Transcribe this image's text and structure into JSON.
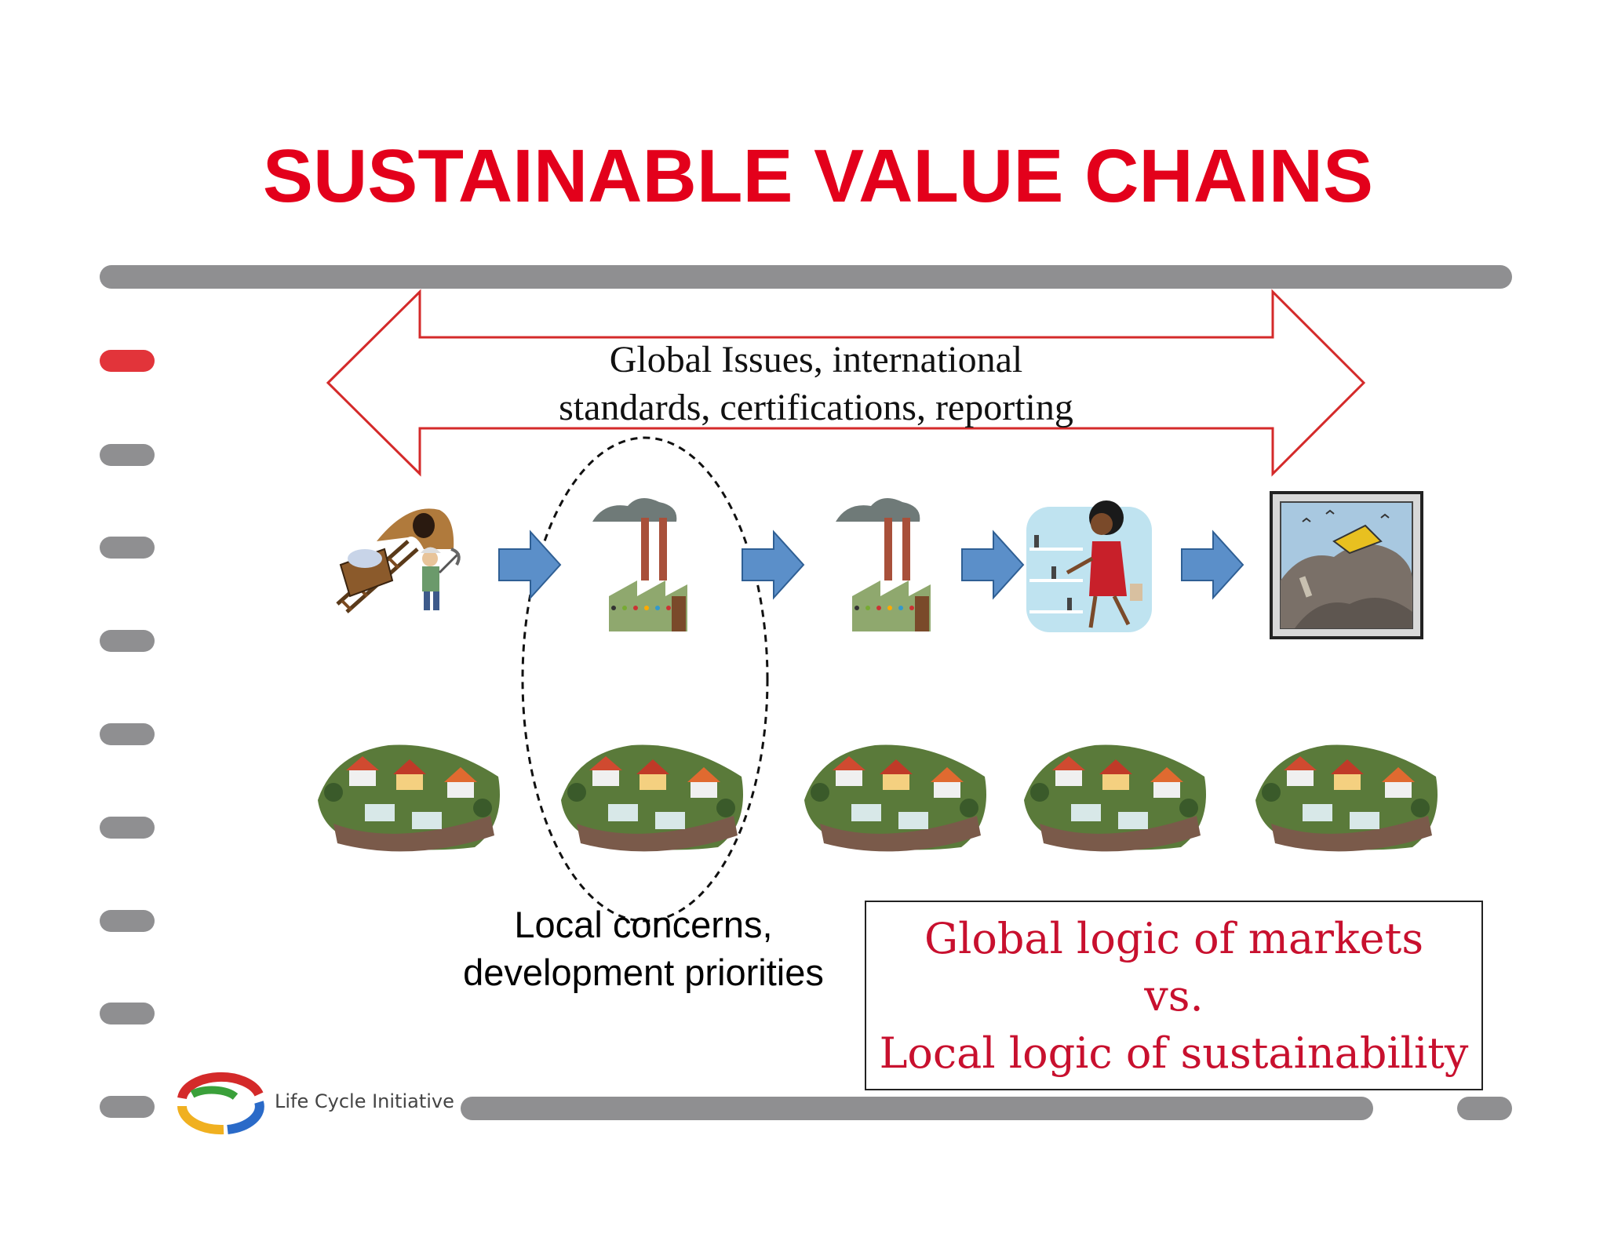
{
  "slide": {
    "title": "SUSTAINABLE VALUE CHAINS",
    "global_issues": {
      "line1": "Global Issues, international",
      "line2": "standards, certifications, reporting"
    },
    "local_concerns": {
      "line1": "Local concerns,",
      "line2": "development priorities"
    },
    "logic_box": {
      "line1": "Global logic of markets",
      "line2": "vs.",
      "line3": "Local logic of sustainability"
    },
    "value_chain_icons": [
      "mining-icon",
      "factory-icon",
      "factory-icon",
      "shopper-icon",
      "landfill-icon"
    ],
    "community_icons": [
      "community-icon",
      "community-icon",
      "community-icon",
      "community-icon",
      "community-icon"
    ],
    "logo": {
      "text": "Life Cycle Initiative"
    }
  },
  "colors": {
    "title": "#e3001b",
    "arrow_outline": "#d42a2a",
    "flow_arrow": "#5b8fc9",
    "bars": "#8f8f91",
    "active_dash": "#e2343a",
    "logic_text": "#c8102e"
  }
}
